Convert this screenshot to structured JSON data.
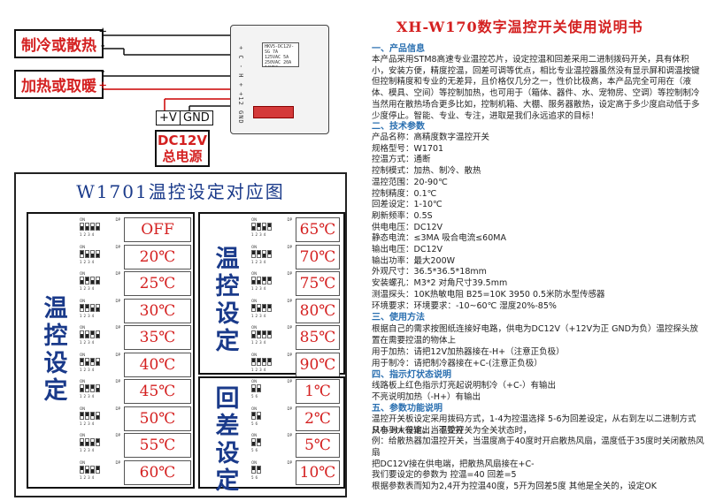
{
  "wiring": {
    "cool_label": "制冷或散热",
    "heat_label": "加热或取暖",
    "plus": "+",
    "minus": "-",
    "psu_positive": "+V",
    "psu_gnd": "GND",
    "psu_label_line1": "DC12V",
    "psu_label_line2": "总电源",
    "relay_text": "HKV5-DC12V-SG 7A 125VAC 5A 250VAC 20A 14VDC",
    "pin_labels": "+ C - H + +12 GND"
  },
  "table": {
    "title": "W1701温控设定对应图",
    "left_group_label": "温控设定",
    "right_group_label": "温控设定",
    "hyst_group_label": "回差设定",
    "dip_on": "ON",
    "dip_dp": "DP",
    "dip_nums": "1234",
    "dip_nums_hyst": "56",
    "left_rows": [
      {
        "value": "OFF",
        "pattern": "dddd"
      },
      {
        "value": "20℃",
        "pattern": "uddd"
      },
      {
        "value": "25℃",
        "pattern": "dudd"
      },
      {
        "value": "30℃",
        "pattern": "uudd"
      },
      {
        "value": "35℃",
        "pattern": "ddud"
      },
      {
        "value": "40℃",
        "pattern": "udud"
      },
      {
        "value": "45℃",
        "pattern": "duud"
      },
      {
        "value": "50℃",
        "pattern": "uuud"
      },
      {
        "value": "55℃",
        "pattern": "dddu"
      },
      {
        "value": "60℃",
        "pattern": "uddu"
      }
    ],
    "right_rows": [
      {
        "value": "65℃",
        "pattern": "dudu"
      },
      {
        "value": "70℃",
        "pattern": "uudu"
      },
      {
        "value": "75℃",
        "pattern": "ddu u"
      },
      {
        "value": "80℃",
        "pattern": "uduu"
      },
      {
        "value": "85℃",
        "pattern": "duuu"
      },
      {
        "value": "90℃",
        "pattern": "uuuu"
      }
    ],
    "hyst_rows": [
      {
        "value": "1℃",
        "pattern": "dd"
      },
      {
        "value": "2℃",
        "pattern": "ud"
      },
      {
        "value": "5℃",
        "pattern": "du"
      },
      {
        "value": "10℃",
        "pattern": "uu"
      }
    ]
  },
  "doc": {
    "title": "XH-W170数字温控开关使用说明书",
    "s1_title": "一、产品信息",
    "s1_p1": "本产品采用STM8高速专业温控芯片，设定控温和回差采用二进制拨码开关，具有体积小，安装方便，精度控温，回差可调等优点，相比专业温控器虽然没有显示屏和调温按键但控制精度和专业的无差异，且价格仅几分之一，性价比极高，本产品完全可用在（液体、模具、空间）等控制加热，也可用于（箱体、器件、水、宠物房、空调）等控制制冷当然用在散热场合更多比如，控制机箱、大棚、服务器散热，设定高于多少度启动低于多少度停止。智能、专业、专注，进取是我们永远追求的目标！",
    "s2_title": "二、技术参数",
    "specs": [
      "产品名称：高精度数字温控开关",
      "规格型号：W1701",
      "控温方式：通断",
      "控制模式：加热、制冷、散热",
      "温控范围：20-90℃",
      "控制精度：0.1℃",
      "回差设定：1-10℃",
      "刷新频率：0.5S",
      "供电电压：DC12V",
      "静态电流：≤3MA 吸合电流≤60MA",
      "输出电压：DC12V",
      "输出功率：最大200W",
      "外观尺寸：36.5*36.5*18mm",
      "安装螺孔：M3*2 对角尺寸39.5mm",
      "测温探头：10K热敏电阻 B25=10K 3950 0.5米防水型传感器",
      "环境要求：环境要求：-10~60℃ 湿度20%-85%"
    ],
    "s3_title": "三、使用方法",
    "s3_p1": "根据自己的需求按图纸连接好电路，供电为DC12V（+12V为正 GND为负）温控探头放置在需要控温的物体上",
    "s3_p2": "用于加热：请把12V加热器接在-H+（注意正负极）",
    "s3_p3": "用于制冷：请把制冷器接在+C-(注意正负极）",
    "s4_title": "四、指示灯状态说明",
    "s4_p1": "线路板上红色指示灯亮起说明制冷（+C-）有输出",
    "s4_p2": "不亮说明加热（-H+）有输出",
    "s5_title": "五、参数功能说明",
    "s5_p1": "温控开关板设定采用拨码方式，1-4为控温选择 5-6为回差设定，从右到左以二进制方式从小到大设定，当温控开关为全关状态时，",
    "s5_p2": "只有-H+有输出，不受控",
    "s5_p3": "例：给散热器加温控开关，当温度高于40度时开启散热风扇，温度低于35度时关闭散热风扇",
    "s5_p4": "把DC12V接在供电端，把散热风扇接在+C-",
    "s5_p5": "我们要设定的参数为 控温=40  回差=5",
    "s5_p6": "根据参数表而知为2,4开为控温40度，5开为回差5度 其他是全关的，设定OK"
  }
}
